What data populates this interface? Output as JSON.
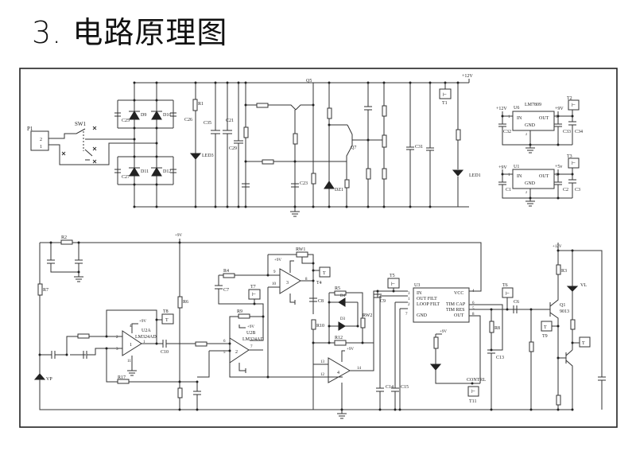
{
  "title": {
    "number": "3.",
    "text": "电路原理图"
  },
  "diagram": {
    "power_section": {
      "connector": {
        "ref": "P1",
        "pins": [
          "2",
          "1"
        ]
      },
      "switch": "SW1",
      "bridge_diodes": [
        "D9",
        "D10",
        "D11",
        "D12"
      ],
      "bridge_caps": [
        "C25",
        "C26",
        "C27"
      ],
      "resistor": "R1",
      "led": "LED3",
      "filter_caps": [
        "C35",
        "C21",
        "C29"
      ],
      "transistors": [
        "Q5",
        "Q7"
      ],
      "cap_c23": "C23",
      "zener": "DZ1",
      "cap_c31": "C31",
      "supply": "+12V",
      "testpoint": "T1",
      "led1": "LED1",
      "testpoint_glyph": "⊢"
    },
    "regulators": [
      {
        "ref": "U6",
        "part": "LM7809",
        "in_label": "+12V",
        "out_label": "+9V",
        "pin_in": "1",
        "pin_out": "3",
        "pin_gnd": "2",
        "in_text": "IN",
        "out_text": "OUT",
        "gnd_text": "GND",
        "caps": [
          "C32",
          "C33",
          "C34"
        ],
        "testpoint": "T2"
      },
      {
        "ref": "U1",
        "part": "",
        "in_label": "+9V",
        "out_label": "+5v",
        "pin_in": "1",
        "pin_out": "3",
        "pin_gnd": "2",
        "in_text": "IN",
        "out_text": "OUT",
        "gnd_text": "GND",
        "caps": [
          "C1",
          "C2",
          "C3"
        ],
        "testpoint": "T3"
      }
    ],
    "signal_section": {
      "r2": "R2",
      "r7": "R7",
      "vp": "VP",
      "r6": "R6",
      "r17": "R17",
      "c10": "C10",
      "u2a": {
        "ref": "U2A",
        "part": "LM324AD",
        "pins": [
          "2",
          "3",
          "1",
          "4",
          "11"
        ],
        "unit": "1",
        "supply": "+9V",
        "tp": "T8",
        "tp_glyph": "T"
      },
      "u2b": {
        "ref": "U2B",
        "part": "LM324AD",
        "pins": [
          "6",
          "5",
          "7"
        ],
        "unit": "2",
        "supply": "+9V"
      },
      "u2c": {
        "pins": [
          "9",
          "10",
          "8"
        ],
        "unit": "3",
        "supply": "+9V"
      },
      "u2d": {
        "pins": [
          "13",
          "12",
          "14"
        ],
        "unit": "4",
        "supply": "+9V"
      },
      "r4": "R4",
      "c7": "C7",
      "t7": "T7",
      "r9": "R9",
      "rw1": "RW1",
      "t4": "T4",
      "t4_glyph": "T",
      "c8": "C8",
      "r10": "R10",
      "r5": "R5",
      "d4": "D4",
      "d3": "D3",
      "rw2": "RW2",
      "r12": "R12",
      "c9": "C9",
      "c14": "C14",
      "c15": "C15",
      "supply_9v": "+9V",
      "u3": {
        "ref": "U3",
        "left_pins": [
          {
            "num": "3",
            "name": "IN"
          },
          {
            "num": "1",
            "name": "OUT FILT"
          },
          {
            "num": "2",
            "name": "LOOP FILT"
          },
          {
            "num": "7",
            "name": "GND"
          }
        ],
        "right_pins": [
          {
            "num": "4",
            "name": "VCC"
          },
          {
            "num": "6",
            "name": "TIM CAP"
          },
          {
            "num": "5",
            "name": "TIM RES"
          },
          {
            "num": "8",
            "name": "OUT"
          }
        ]
      },
      "t5": "T5",
      "t6": "T6",
      "c6": "C6",
      "r8": "R8",
      "c13": "C13",
      "t11": "T11",
      "contrl": "CONTRL",
      "r3": "R3",
      "vl": "VL",
      "q1": "Q1",
      "q1_part": "9013",
      "t9": "T9",
      "t_glyph": "T",
      "supply_12v": "+12V"
    }
  }
}
